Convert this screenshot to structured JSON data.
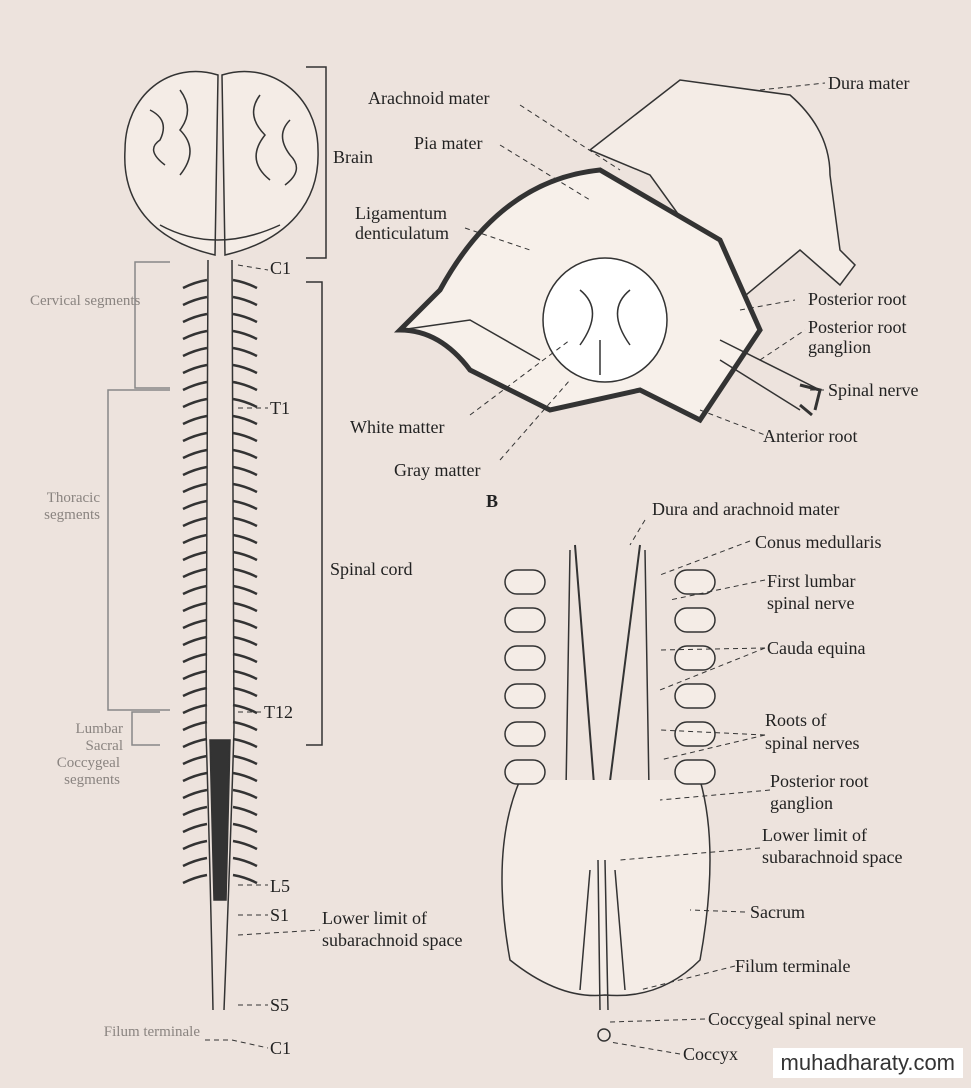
{
  "figure_a": {
    "brain": "Brain",
    "spinal_cord": "Spinal cord",
    "cervical": "Cervical segments",
    "thoracic": "Thoracic segments",
    "lumbar": "Lumbar",
    "sacral": "Sacral",
    "coccygeal": "Coccygeal segments",
    "filum_terminale": "Filum terminale",
    "lower_limit": "Lower limit of",
    "lower_limit_2": "subarachnoid space",
    "levels": [
      "C1",
      "T1",
      "T12",
      "L5",
      "S1",
      "S5",
      "C1"
    ]
  },
  "figure_b": {
    "letter": "B",
    "dura_mater": "Dura mater",
    "arachnoid_mater": "Arachnoid mater",
    "pia_mater": "Pia mater",
    "ligamentum": "Ligamentum",
    "denticulatum": "denticulatum",
    "posterior_root": "Posterior root",
    "posterior_root_ganglion": "Posterior root",
    "ganglion": "ganglion",
    "spinal_nerve": "Spinal nerve",
    "white_matter": "White matter",
    "anterior_root": "Anterior root",
    "gray_matter": "Gray matter"
  },
  "figure_c": {
    "dura_arachnoid": "Dura and arachnoid mater",
    "conus": "Conus medullaris",
    "first_lumbar": "First lumbar",
    "first_lumbar_2": "spinal nerve",
    "cauda": "Cauda equina",
    "roots": "Roots of",
    "roots_2": "spinal nerves",
    "prg": "Posterior root",
    "prg_2": "ganglion",
    "lower_limit": "Lower limit of",
    "lower_limit_2": "subarachnoid space",
    "sacrum": "Sacrum",
    "filum": "Filum terminale",
    "coccygeal_nerve": "Coccygeal spinal nerve",
    "coccyx": "Coccyx"
  },
  "watermark": "muhadharaty.com"
}
